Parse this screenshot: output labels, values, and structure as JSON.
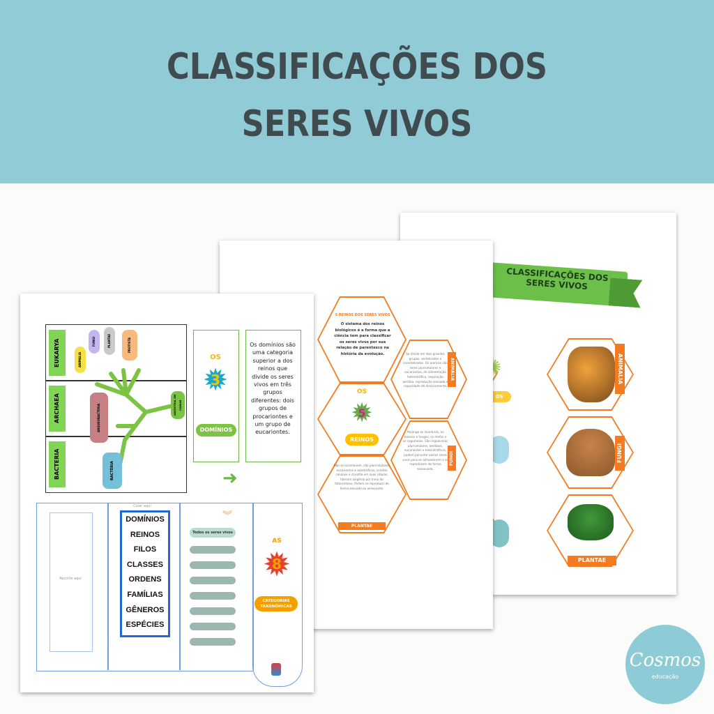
{
  "banner": {
    "line1": "CLASSIFICAÇÕES DOS",
    "line2": "SERES VIVOS",
    "color": "#90cbd6"
  },
  "sheet3": {
    "ribbon": "CLASSIFICAÇÕES DOS SERES VIVOS",
    "tags": [
      "ANIMALIA",
      "FUNGI",
      "PLANTAE"
    ],
    "os_partial": "OS"
  },
  "sheet2": {
    "heading": "5 REINOS DOS SERES VIVOS",
    "intro": "O sistema dos reinos biológicos é a forma que a ciência tem para classificar os seres vivos por sua relação de parentesco na história da evolução.",
    "os": "OS",
    "number": "5",
    "reinos": "REINOS",
    "animalia_tag": "ANIMALIA",
    "animalia_text": "Se divide em dois grandes grupos: vertebrados e invertebrados. Os animais são seres pluricelulares e eucariontes, de alimentação heterotrófica, respiração aeróbia, reprodução sexuada e capacidade de deslocamento.",
    "fungi_tag": "FUNGI",
    "fungi_text": "Abrange as leveduras, os bolores e fungos, os mofos e os cogumelos. São organismos pluricelulares, aeróbios, eucariontes e heterotróficos, podem parasitar outros seres vivos para se alimentarem e se reproduzem de forma assexuada.",
    "plantae_tag": "PLANTAE",
    "plantae_text": "Não se locomovem, são pluricelulares, eucariontes e autotróficos, contém celulose e clorofila em suas células, liberam oxigênio por meio da fotossíntese. Podem se reproduzir de forma sexuada ou assexuada."
  },
  "sheet1": {
    "domains": [
      "EUKARYA",
      "ARCHAEA",
      "BACTERIA"
    ],
    "euk_labels": [
      "ANIMALIA",
      "FUNGI",
      "PLANTAE",
      "PROTISTA"
    ],
    "archaea_label": "ARQUEOBACTÉRIA",
    "bacteria_label": "BACTÉRIA",
    "root_label": "ANCESTRAL EM COMUM",
    "os": "OS",
    "number": "3",
    "dominios": "DOMÍNIOS",
    "description": "Os domínios são uma categoria superior a dos reinos que divide os seres vivos em três grupos diferentes: dois grupos de procariontes e um grupo de eucariontes.",
    "recorte": "Recorte aqui",
    "colar": "Colar aqui",
    "ranks": [
      "DOMÍNIOS",
      "REINOS",
      "FILOS",
      "CLASSES",
      "ORDENS",
      "FAMÍLIAS",
      "GÊNEROS",
      "ESPÉCIES"
    ],
    "todos": "Todos os seres vivos",
    "as": "AS",
    "eight": "8",
    "categorias": "CATEGORIAS TAXONÔMICAS"
  },
  "logo": {
    "name": "Cosmos",
    "sub": "educação",
    "color": "#8dccd6"
  }
}
